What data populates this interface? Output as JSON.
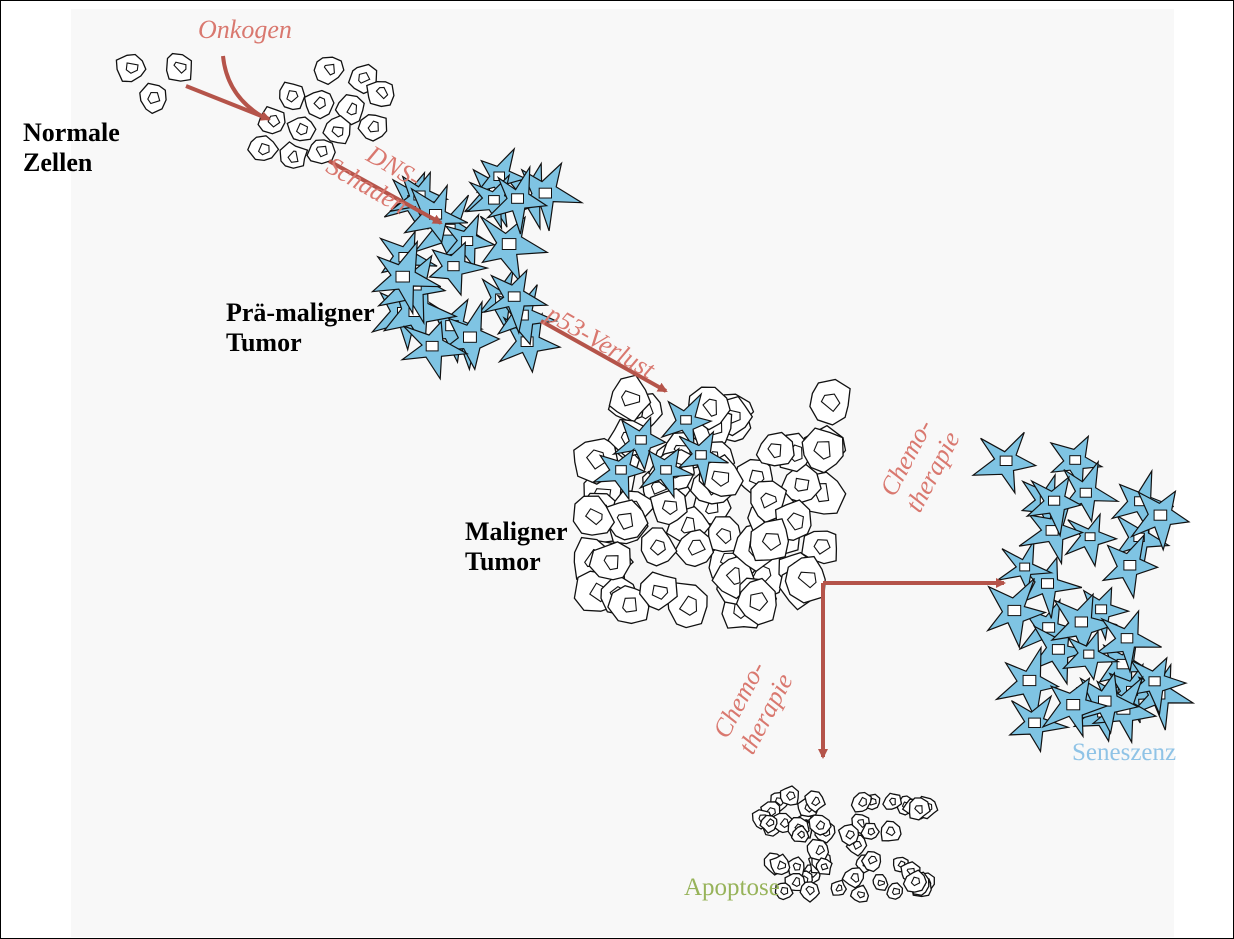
{
  "labels": {
    "normal_cells_line1": "Normale",
    "normal_cells_line2": "Zellen",
    "premalignant_line1": "Prä-maligner",
    "premalignant_line2": "Tumor",
    "malignant_line1": "Maligner",
    "malignant_line2": "Tumor",
    "onkogen": "Onkogen",
    "dns_line1": "DNS-",
    "dns_line2": "Schaden",
    "p53": "p53-Verlust",
    "chemo_right_line1": "Chemo-",
    "chemo_right_line2": "therapie",
    "chemo_down_line1": "Chemo-",
    "chemo_down_line2": "therapie",
    "seneszenz": "Seneszenz",
    "apoptose": "Apoptose"
  },
  "colors": {
    "arrow": "#b5544a",
    "arrow_text": "#d9786f",
    "senescent_fill": "#7fc4e3",
    "cell_outline": "#111111",
    "seneszenz_text": "#8fc3e6",
    "apoptose_text": "#97b35a",
    "panel_bg": "#f8f8f8"
  }
}
